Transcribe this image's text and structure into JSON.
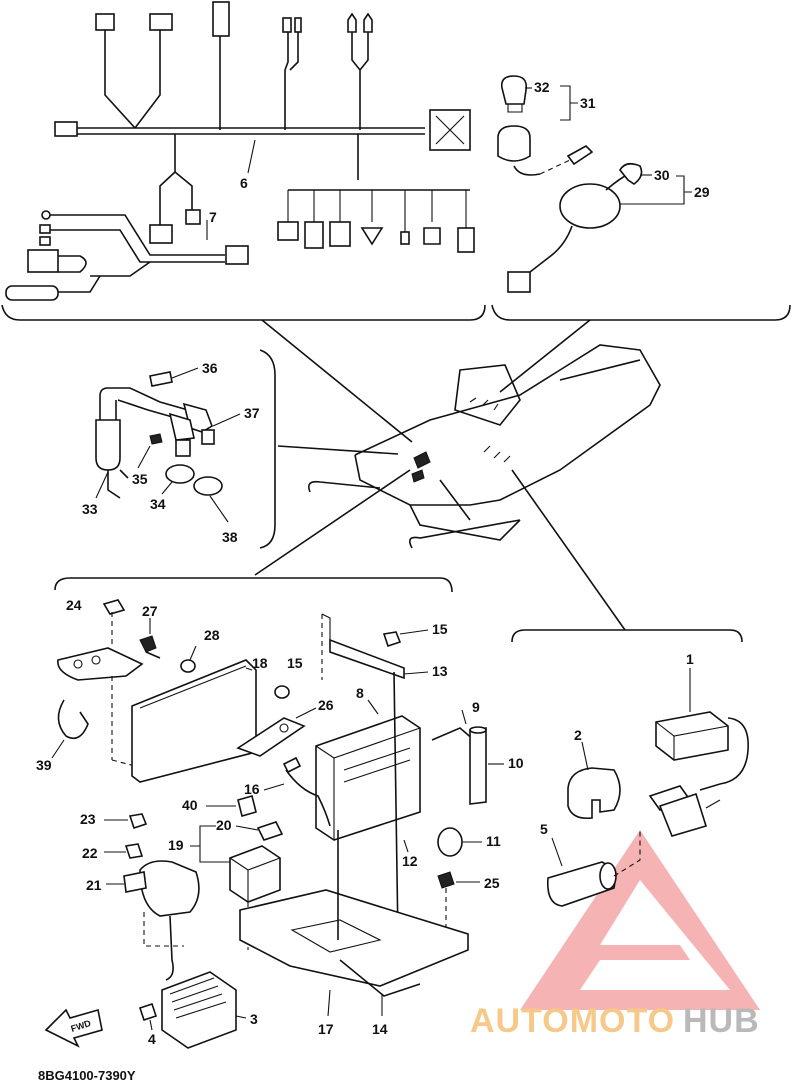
{
  "diagram": {
    "code": "8BG4100-7390Y",
    "fwd_label": "FWD",
    "watermark": {
      "part1": "AUTOMOTO",
      "part2": "HUB",
      "color_accent": "#f39a9a",
      "color_text1": "#f6c98a",
      "color_text2": "#b9b9b9"
    },
    "callouts": {
      "c1": "1",
      "c2": "2",
      "c3": "3",
      "c4": "4",
      "c5": "5",
      "c6": "6",
      "c7": "7",
      "c8": "8",
      "c9": "9",
      "c10": "10",
      "c11": "11",
      "c12": "12",
      "c13": "13",
      "c14": "14",
      "c15a": "15",
      "c15b": "15",
      "c16": "16",
      "c17": "17",
      "c18": "18",
      "c19": "19",
      "c20": "20",
      "c21": "21",
      "c22": "22",
      "c23": "23",
      "c24": "24",
      "c25": "25",
      "c26": "26",
      "c27": "27",
      "c28": "28",
      "c29": "29",
      "c30": "30",
      "c31": "31",
      "c32": "32",
      "c33": "33",
      "c34": "34",
      "c35": "35",
      "c36": "36",
      "c37": "37",
      "c38": "38",
      "c39": "39",
      "c40": "40"
    }
  }
}
